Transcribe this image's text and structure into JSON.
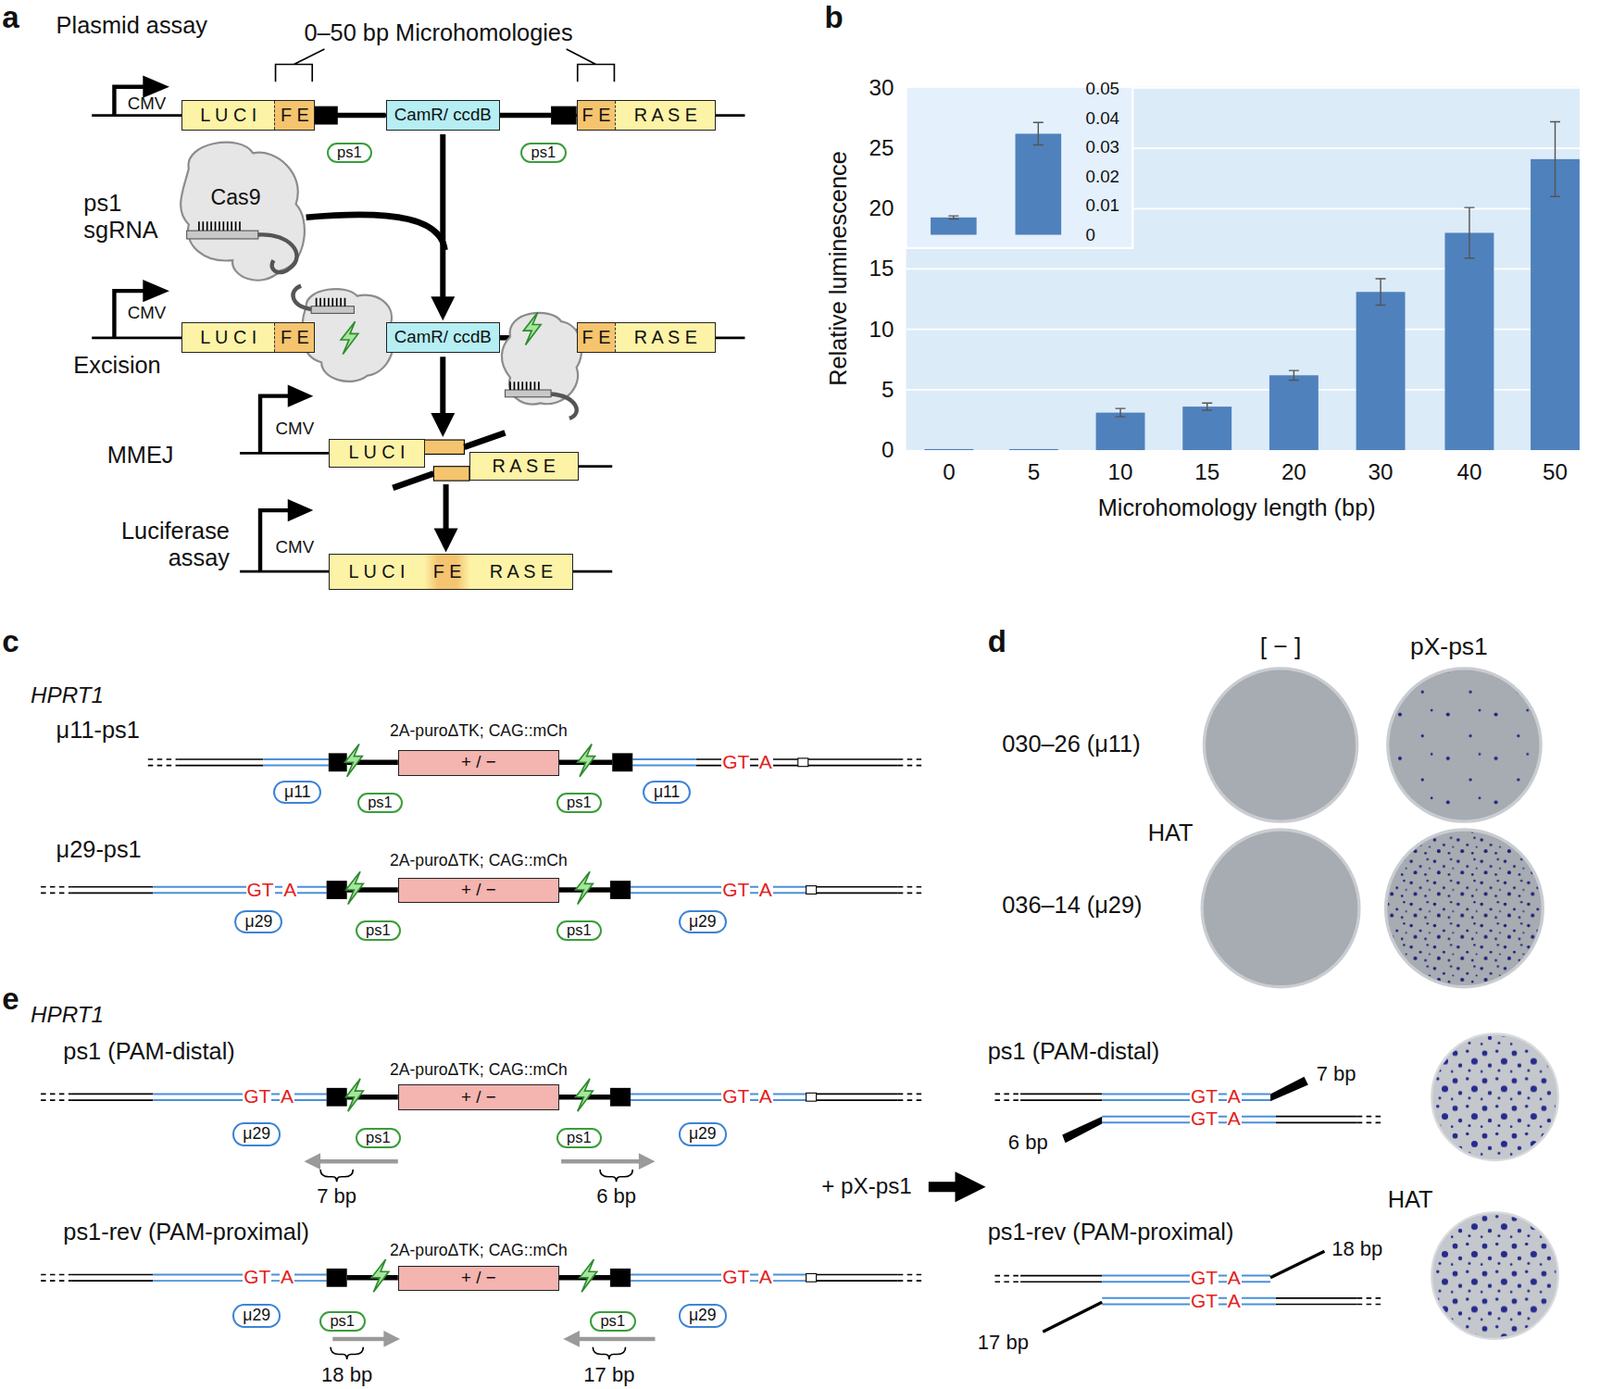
{
  "diagram": {
    "nodes": [
      {
        "text": [
          "L U C I",
          "F E"
        ]
      },
      {
        "text": [
          "CamR/ ccdB"
        ]
      },
      {
        "text": [
          "F E",
          "R A S E"
        ]
      },
      {
        "text": [
          "ps1"
        ]
      },
      {
        "text": [
          "ps1"
        ]
      },
      {
        "text": [
          "L U C I",
          "F E"
        ]
      },
      {
        "text": [
          "CamR/ ccdB"
        ]
      },
      {
        "text": [
          "F E",
          "R A S E"
        ]
      },
      {
        "text": [
          "L U C I"
        ]
      },
      {
        "text": [
          "R A S E"
        ]
      },
      {
        "text": [
          "L U C I",
          "F E",
          "R A S E"
        ]
      },
      {
        "text": [
          "+ / −"
        ]
      },
      {
        "text": [
          "μ11"
        ]
      },
      {
        "text": [
          "ps1"
        ]
      },
      {
        "text": [
          "ps1"
        ]
      },
      {
        "text": [
          "μ11"
        ]
      },
      {
        "text": [
          "+ / −"
        ]
      },
      {
        "text": [
          "μ29"
        ]
      },
      {
        "text": [
          "ps1"
        ]
      },
      {
        "text": [
          "ps1"
        ]
      },
      {
        "text": [
          "μ29"
        ]
      },
      {
        "text": [
          "+ / −"
        ]
      },
      {
        "text": [
          "μ29"
        ]
      },
      {
        "text": [
          "ps1"
        ]
      },
      {
        "text": [
          "ps1"
        ]
      },
      {
        "text": [
          "μ29"
        ]
      },
      {
        "text": [
          "+ / −"
        ]
      },
      {
        "text": [
          "μ29"
        ]
      },
      {
        "text": [
          "ps1"
        ]
      },
      {
        "text": [
          "ps1"
        ]
      },
      {
        "text": [
          "μ29"
        ]
      }
    ],
    "edges": [
      {
        "from": 1,
        "to": 6,
        "arrow": "to"
      },
      {
        "from": 6,
        "to": 8,
        "arrow": "to"
      },
      {
        "from": 9,
        "to": 10,
        "arrow": "to"
      }
    ],
    "labels": [
      "a",
      "Plasmid assay",
      "0–50 bp Microhomologies",
      "CMV",
      "ps1 sgRNA",
      "Cas9",
      "CMV",
      "Excision",
      "MMEJ",
      "CMV",
      "Luciferase assay",
      "CMV",
      "b",
      "30",
      "25",
      "20",
      "15",
      "10",
      "5",
      "0",
      "0.05",
      "0.04",
      "0.03",
      "0.02",
      "0.01",
      "0",
      "Relative luminescence",
      "0",
      "5",
      "10",
      "15",
      "20",
      "30",
      "40",
      "50",
      "Microhomology length (bp)",
      "c",
      "HPRT1",
      "μ11-ps1",
      "2A-puroΔTK; CAG::mCh",
      "GT",
      "A",
      "μ29-ps1",
      "2A-puroΔTK; CAG::mCh",
      "GT",
      "A",
      "GT",
      "A",
      "d",
      "[ − ]",
      "pX-ps1",
      "030–26 (μ11)",
      "HAT",
      "036–14 (μ29)",
      "e",
      "HPRT1",
      "ps1 (PAM-distal)",
      "2A-puroΔTK; CAG::mCh",
      "GT",
      "A",
      "GT",
      "A",
      "7 bp",
      "6 bp",
      "ps1-rev (PAM-proximal)",
      "2A-puroΔTK; CAG::mCh",
      "GT",
      "A",
      "GT",
      "A",
      "18 bp",
      "17 bp",
      "+ pX-ps1",
      "ps1 (PAM-distal)",
      "7 bp",
      "GT",
      "A",
      "6 bp",
      "GT",
      "A",
      "ps1-rev (PAM-proximal)",
      "18 bp",
      "GT",
      "A",
      "17 bp",
      "GT",
      "A",
      "HAT"
    ]
  }
}
